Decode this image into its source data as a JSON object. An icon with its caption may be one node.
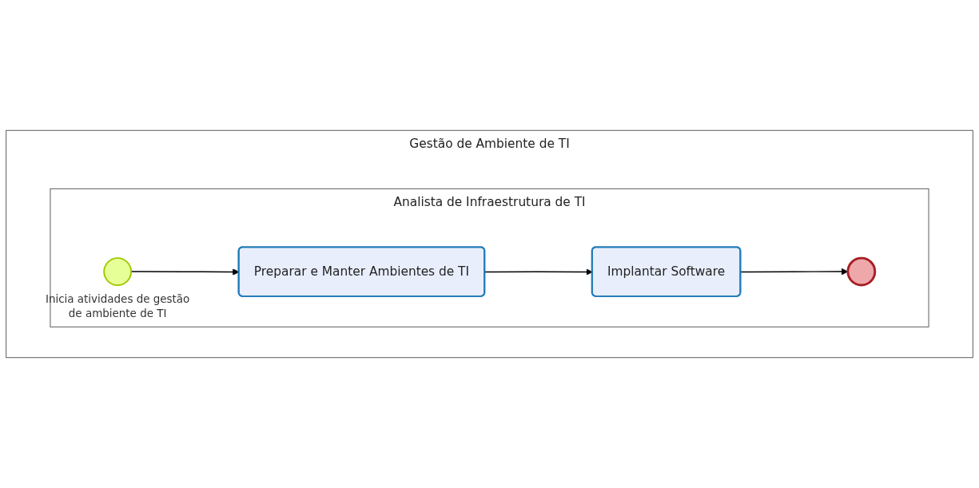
{
  "diagram": {
    "nodes": [
      {
        "text": [
          "Gestão de Ambiente de TI"
        ]
      },
      {
        "text": [
          "Analista de Infraestrutura de TI"
        ],
        "in": 0
      },
      {
        "text": [],
        "shape": "circle",
        "in": 1,
        "beside": [
          "Inicia atividades de gestão de ambiente de TI"
        ]
      },
      {
        "text": [
          "Preparar e Manter Ambientes de TI"
        ],
        "in": 1
      },
      {
        "text": [
          "Implantar Software"
        ],
        "in": 1
      },
      {
        "text": [],
        "shape": "circle",
        "in": 1
      }
    ],
    "edges": [
      {
        "from": 2,
        "to": 3,
        "arrow": "to"
      },
      {
        "from": 3,
        "to": 4,
        "arrow": "to"
      },
      {
        "from": 4,
        "to": 5,
        "arrow": "to"
      }
    ]
  }
}
